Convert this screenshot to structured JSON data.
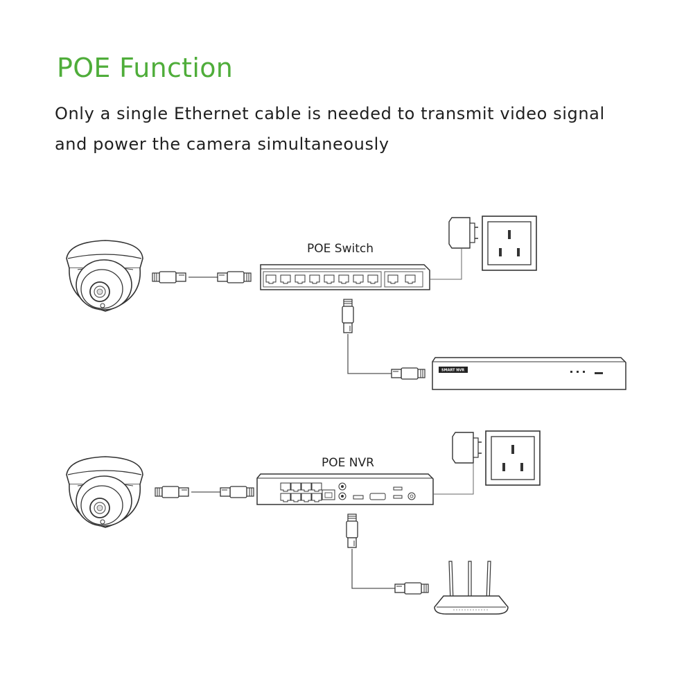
{
  "header": {
    "title": "POE Function",
    "subtitle_line1": "Only a single Ethernet cable is needed to transmit video signal",
    "subtitle_line2": "and power the camera simultaneously"
  },
  "diagram": {
    "switch_label": "POE Switch",
    "nvr_label": "POE NVR",
    "smart_nvr_badge": "SMART NVR"
  },
  "colors": {
    "accent": "#4fad3a",
    "text": "#1f1f1f",
    "line": "#555555"
  }
}
